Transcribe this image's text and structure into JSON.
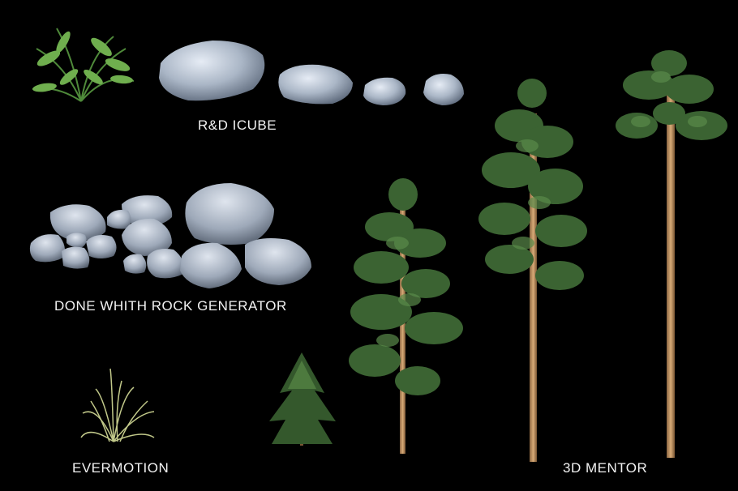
{
  "labels": {
    "icube": "R&D ICUBE",
    "rock_generator": "DONE WHITH ROCK GENERATOR",
    "evermotion": "EVERMOTION",
    "mentor": "3D MENTOR"
  },
  "colors": {
    "background": "#000000",
    "label_text": "#f2f2f2",
    "rock_light": "#c9d2e0",
    "rock_dark": "#6e7a8c",
    "foliage_dark": "#1f3a1c",
    "foliage_mid": "#3f6b34",
    "foliage_light": "#6a9a55",
    "trunk": "#c89a66",
    "grass": "#b7bf7a"
  },
  "assets": [
    "fern-plant",
    "rock-large",
    "rock-medium",
    "rock-small-1",
    "rock-small-2",
    "rock-pile",
    "grass-tuft",
    "fir-small",
    "pine-medium",
    "pine-tall",
    "pine-tallest"
  ]
}
